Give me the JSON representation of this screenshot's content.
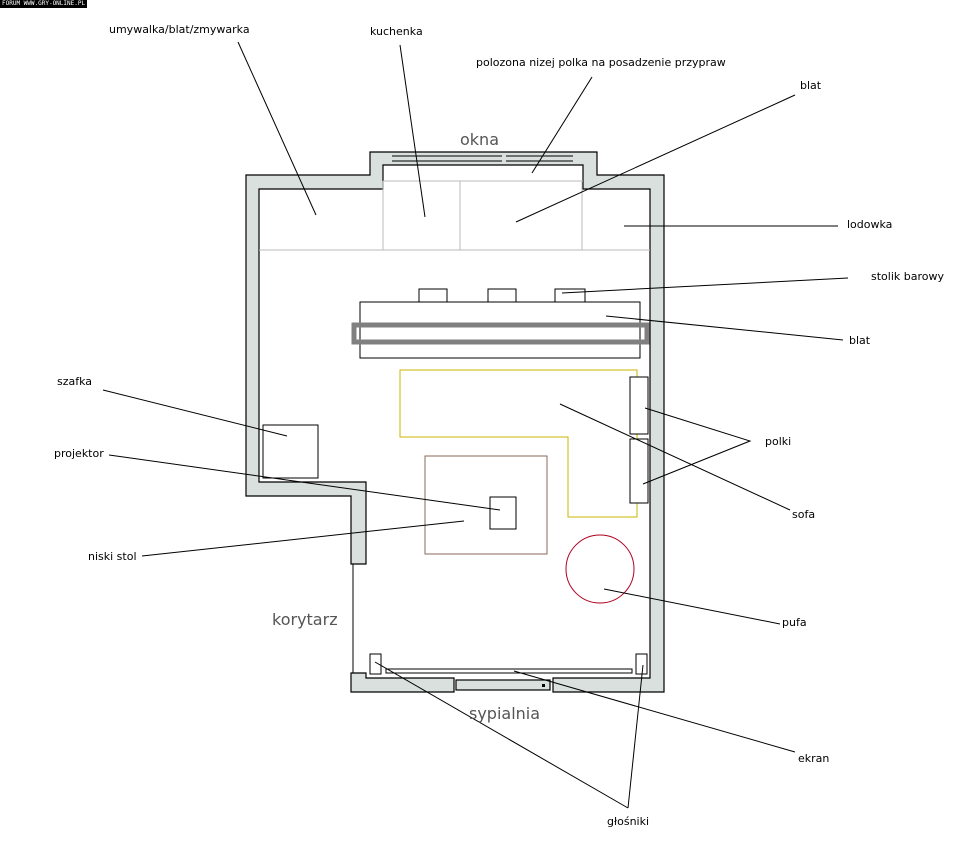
{
  "watermark": "FORUM WWW.GRY-ONLINE.PL",
  "rooms": {
    "windows": "okna",
    "corridor": "korytarz",
    "bedroom": "sypialnia"
  },
  "labels": {
    "sink": "umywalka/blat/zmywarka",
    "stove": "kuchenka",
    "spice_shelf": "polozona nizej polka na posadzenie przypraw",
    "counter_top": "blat",
    "fridge": "lodowka",
    "bar_stool": "stolik barowy",
    "counter_bar": "blat",
    "cabinet": "szafka",
    "projector": "projektor",
    "shelves": "polki",
    "sofa": "sofa",
    "coffee_table": "niski stol",
    "pouf": "pufa",
    "screen": "ekran",
    "speakers": "głośniki"
  },
  "colors": {
    "wall": "#d9e0de",
    "sofa": "#c8b400",
    "rug": "#8b6a5a",
    "pouf": "#b00020",
    "counter_grey": "#bbbbbb"
  }
}
